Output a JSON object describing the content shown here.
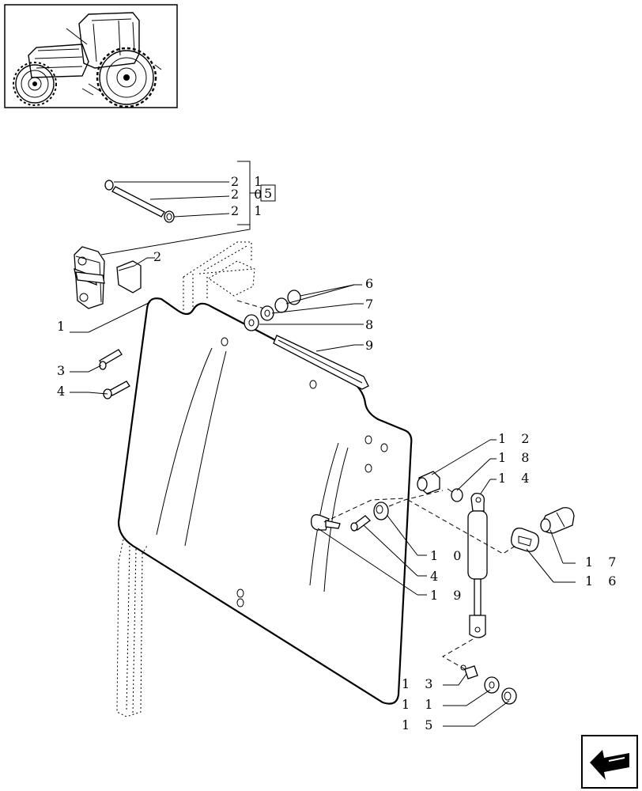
{
  "diagram": {
    "callouts": [
      {
        "id": "c21a",
        "text": "2 1"
      },
      {
        "id": "c20",
        "text": "2 0"
      },
      {
        "id": "c21b",
        "text": "2 1"
      },
      {
        "id": "cbox",
        "text": "5"
      },
      {
        "id": "c2",
        "text": "2"
      },
      {
        "id": "c1",
        "text": "1"
      },
      {
        "id": "c3",
        "text": "3"
      },
      {
        "id": "c4a",
        "text": "4"
      },
      {
        "id": "c6",
        "text": "6"
      },
      {
        "id": "c7",
        "text": "7"
      },
      {
        "id": "c8",
        "text": "8"
      },
      {
        "id": "c9",
        "text": "9"
      },
      {
        "id": "c12",
        "text": "1 2"
      },
      {
        "id": "c18",
        "text": "1 8"
      },
      {
        "id": "c14",
        "text": "1 4"
      },
      {
        "id": "c10",
        "text": "1 0"
      },
      {
        "id": "c4b",
        "text": "4"
      },
      {
        "id": "c19",
        "text": "1 9"
      },
      {
        "id": "c17",
        "text": "1 7"
      },
      {
        "id": "c16",
        "text": "1 6"
      },
      {
        "id": "c13",
        "text": "1 3"
      },
      {
        "id": "c11",
        "text": "1 1"
      },
      {
        "id": "c15",
        "text": "1 5"
      }
    ]
  },
  "icons": {
    "thumbnail": "tractor-thumbnail-icon",
    "navigation": "next-page-arrow-icon"
  }
}
